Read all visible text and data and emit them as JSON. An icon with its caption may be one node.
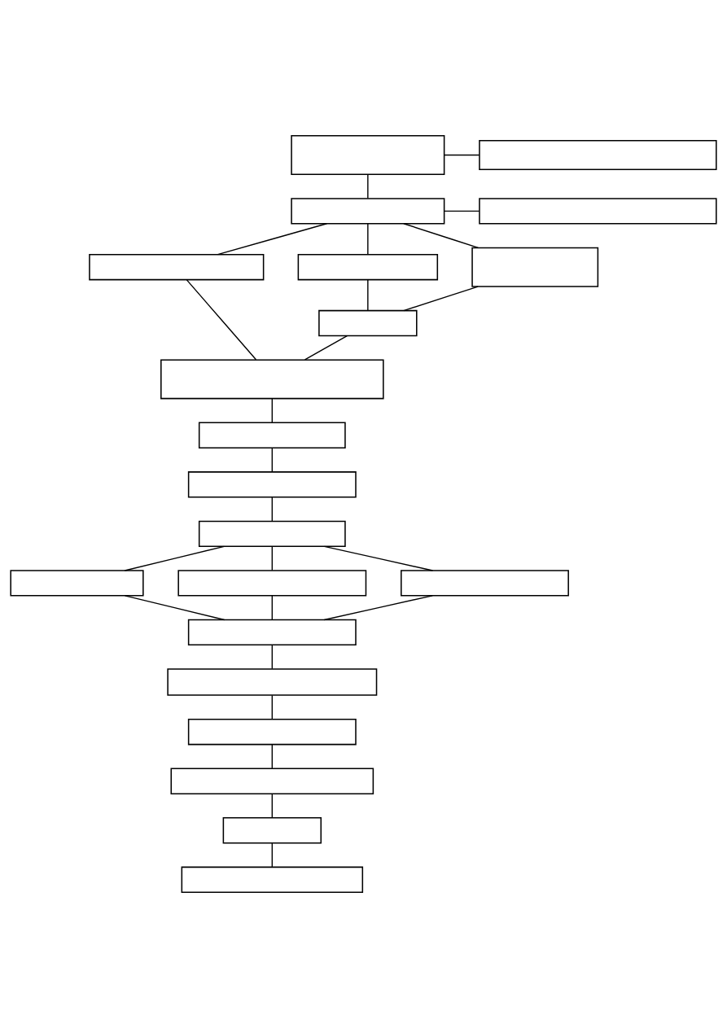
{
  "diagram": {
    "nodes": [
      {
        "text": [],
        "shape": "box"
      },
      {
        "text": [],
        "shape": "box"
      },
      {
        "text": [],
        "shape": "box"
      },
      {
        "text": [],
        "shape": "box"
      },
      {
        "text": [],
        "shape": "box"
      },
      {
        "text": [],
        "shape": "box"
      },
      {
        "text": [],
        "shape": "box"
      },
      {
        "text": [],
        "shape": "box"
      },
      {
        "text": [],
        "shape": "box"
      },
      {
        "text": [],
        "shape": "box"
      },
      {
        "text": [],
        "shape": "box"
      },
      {
        "text": [],
        "shape": "box"
      },
      {
        "text": [],
        "shape": "box"
      },
      {
        "text": [],
        "shape": "box"
      },
      {
        "text": [],
        "shape": "box"
      },
      {
        "text": [],
        "shape": "box"
      },
      {
        "text": [],
        "shape": "box"
      },
      {
        "text": [],
        "shape": "box"
      },
      {
        "text": [],
        "shape": "box"
      },
      {
        "text": [],
        "shape": "box"
      },
      {
        "text": [],
        "shape": "box"
      }
    ],
    "edges": [
      {
        "from": 0,
        "to": 1,
        "arrow": "none"
      },
      {
        "from": 0,
        "to": 2,
        "arrow": "none"
      },
      {
        "from": 2,
        "to": 3,
        "arrow": "none"
      },
      {
        "from": 2,
        "to": 4,
        "arrow": "none"
      },
      {
        "from": 2,
        "to": 5,
        "arrow": "none"
      },
      {
        "from": 2,
        "to": 6,
        "arrow": "none"
      },
      {
        "from": 4,
        "to": 8,
        "arrow": "none"
      },
      {
        "from": 5,
        "to": 7,
        "arrow": "none"
      },
      {
        "from": 6,
        "to": 7,
        "arrow": "none"
      },
      {
        "from": 7,
        "to": 8,
        "arrow": "none"
      },
      {
        "from": 8,
        "to": 9,
        "arrow": "none"
      },
      {
        "from": 9,
        "to": 10,
        "arrow": "none"
      },
      {
        "from": 10,
        "to": 11,
        "arrow": "none"
      },
      {
        "from": 11,
        "to": 12,
        "arrow": "none"
      },
      {
        "from": 11,
        "to": 13,
        "arrow": "none"
      },
      {
        "from": 11,
        "to": 14,
        "arrow": "none"
      },
      {
        "from": 12,
        "to": 15,
        "arrow": "none"
      },
      {
        "from": 13,
        "to": 15,
        "arrow": "none"
      },
      {
        "from": 14,
        "to": 15,
        "arrow": "none"
      },
      {
        "from": 15,
        "to": 16,
        "arrow": "none"
      },
      {
        "from": 16,
        "to": 17,
        "arrow": "none"
      },
      {
        "from": 17,
        "to": 18,
        "arrow": "none"
      },
      {
        "from": 18,
        "to": 19,
        "arrow": "none"
      },
      {
        "from": 19,
        "to": 20,
        "arrow": "none"
      }
    ]
  }
}
